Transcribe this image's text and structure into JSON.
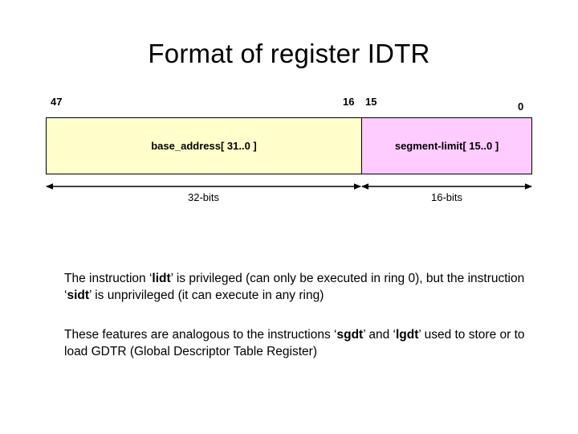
{
  "slide": {
    "title": "Format of register IDTR"
  },
  "register_diagram": {
    "bit_labels": {
      "left_msb": "47",
      "mid_high": "16",
      "mid_low": "15",
      "right_lsb": "0"
    },
    "fields": [
      {
        "name": "base_address",
        "label": "base_address[ 31..0 ]",
        "color": "#ffffcc",
        "width_label": "32-bits",
        "bit_range": "47..16"
      },
      {
        "name": "segment-limit",
        "label": "segment-limit[ 15..0 ]",
        "color": "#ffccff",
        "width_label": "16-bits",
        "bit_range": "15..0"
      }
    ]
  },
  "paragraphs": [
    {
      "id": "lidt-sidt",
      "runs": [
        {
          "text": "The instruction ‘",
          "bold": false
        },
        {
          "text": "lidt",
          "bold": true
        },
        {
          "text": "’ is privileged (can only be executed in ring 0), but the instruction ‘",
          "bold": false
        },
        {
          "text": "sidt",
          "bold": true
        },
        {
          "text": "’ is unprivileged (it can execute in any ring)",
          "bold": false
        }
      ]
    },
    {
      "id": "sgdt-lgdt",
      "runs": [
        {
          "text": "These features are analogous to the instructions ‘",
          "bold": false
        },
        {
          "text": "sgdt",
          "bold": true
        },
        {
          "text": "’ and ‘",
          "bold": false
        },
        {
          "text": "lgdt",
          "bold": true
        },
        {
          "text": "’ used to store or to load GDTR (Global Descriptor Table Register)",
          "bold": false
        }
      ]
    }
  ]
}
